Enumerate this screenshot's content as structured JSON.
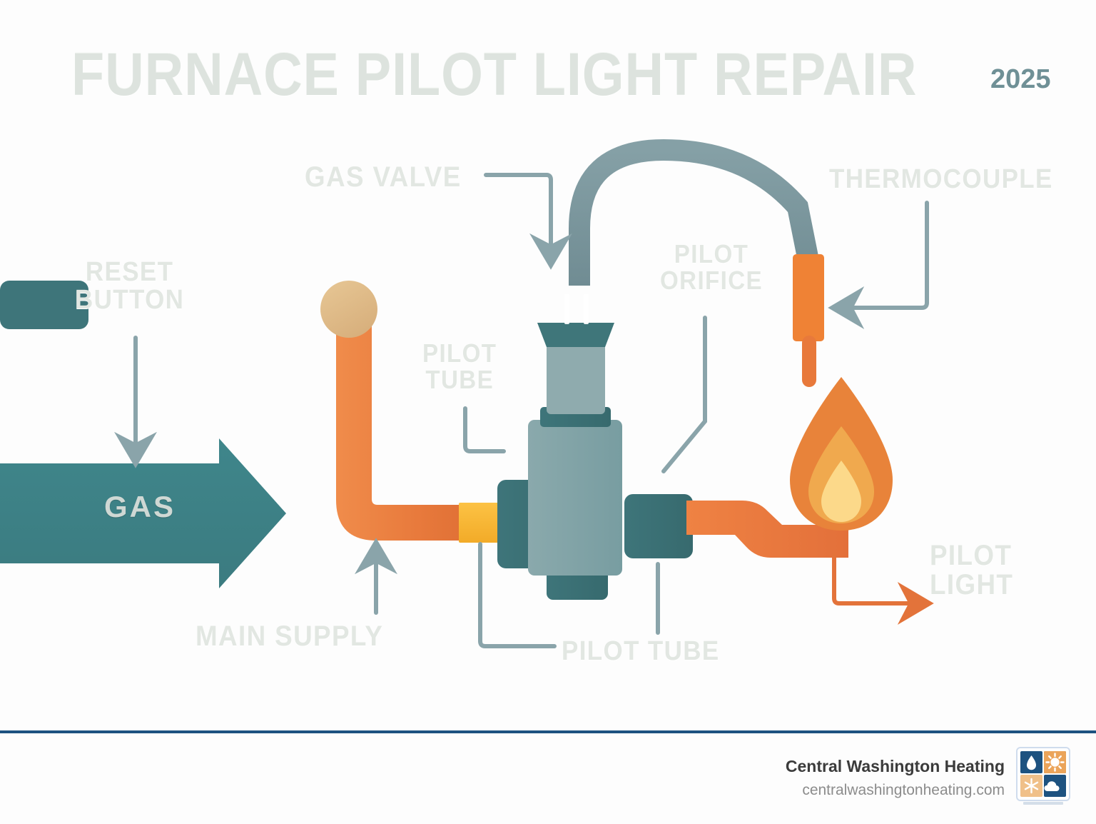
{
  "header": {
    "title": "FURNACE PILOT LIGHT REPAIR",
    "year": "2025"
  },
  "diagram": {
    "flow_arrow_label": "GAS",
    "labels": {
      "gas_valve": "GAS VALVE",
      "thermocouple": "THERMOCOUPLE",
      "reset_button": "RESET\nBUTTON",
      "pilot_orifice": "PILOT\nORIFICE",
      "pilot_tube_upper": "PILOT\nTUBE",
      "main_supply": "MAIN SUPPLY",
      "pilot_tube_lower": "PILOT TUBE",
      "pilot_light": "PILOT\nLIGHT"
    }
  },
  "footer": {
    "company": "Central Washington Heating",
    "website": "centralwashingtonheating.com"
  },
  "colors": {
    "title_gray": "#dde3de",
    "label_gray": "#e2e7e2",
    "year_teal": "#6f9096",
    "gas_arrow_teal": "#3d8086",
    "valve_body": "#7ea0a4",
    "valve_dark": "#3a6e72",
    "tube_slate": "#7a949a",
    "pipe_orange": "#e8793b",
    "connector_gold": "#f7b731",
    "reset_knob_tan": "#e0bd8a",
    "flame_outer": "#e8833a",
    "flame_mid": "#f0a94e",
    "flame_inner": "#fcd98a",
    "footer_rule_navy": "#1d5280",
    "leader_slate": "#8aa4aa"
  }
}
